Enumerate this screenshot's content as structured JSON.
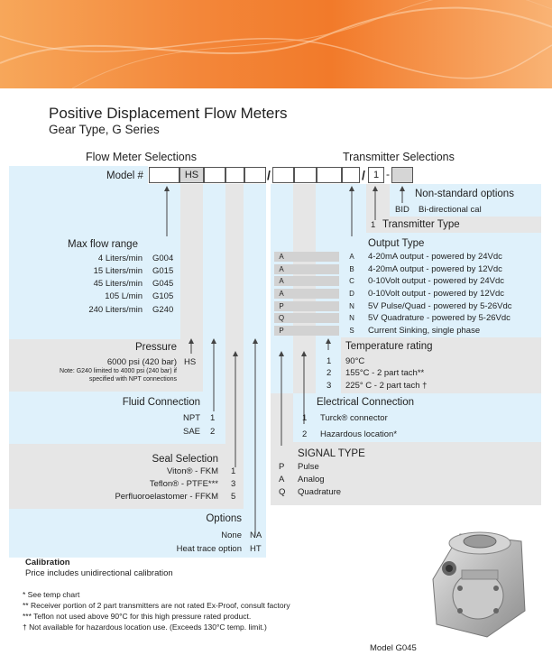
{
  "header": {
    "title": "Positive Displacement Flow Meters",
    "subtitle": "Gear Type, G Series"
  },
  "selections": {
    "flow_meter": "Flow Meter Selections",
    "transmitter": "Transmitter Selections"
  },
  "model": {
    "label": "Model #",
    "hs": "HS",
    "slash": "/",
    "one": "1",
    "dash": "-"
  },
  "non_standard": {
    "title": "Non-standard options",
    "code": "BID",
    "desc": "Bi-directional cal"
  },
  "transmitter_type": {
    "code": "1",
    "label": "Transmitter Type"
  },
  "max_flow": {
    "title": "Max flow range",
    "rows": [
      {
        "range": "4 Liters/min",
        "code": "G004"
      },
      {
        "range": "15 Liters/min",
        "code": "G015"
      },
      {
        "range": "45 Liters/min",
        "code": "G045"
      },
      {
        "range": "105 L/min",
        "code": "G105"
      },
      {
        "range": "240 Liters/min",
        "code": "G240"
      }
    ]
  },
  "output_type": {
    "title": "Output Type",
    "rows": [
      {
        "sig": "A",
        "code": "A",
        "desc": "4-20mA output - powered by 24Vdc"
      },
      {
        "sig": "A",
        "code": "B",
        "desc": "4-20mA output - powered by 12Vdc"
      },
      {
        "sig": "A",
        "code": "C",
        "desc": "0-10Volt output - powered by 24Vdc"
      },
      {
        "sig": "A",
        "code": "D",
        "desc": "0-10Volt output - powered by 12Vdc"
      },
      {
        "sig": "P",
        "code": "N",
        "desc": "5V Pulse/Quad - powered by 5-26Vdc"
      },
      {
        "sig": "Q",
        "code": "N",
        "desc": "5V Quadrature - powered by 5-26Vdc"
      },
      {
        "sig": "P",
        "code": "S",
        "desc": "Current Sinking, single phase"
      }
    ]
  },
  "pressure": {
    "title": "Pressure",
    "value": "6000 psi (420 bar)",
    "code": "HS",
    "note1": "Note: G240 limited to 4000 psi (240 bar) if",
    "note2": "specified with NPT connections"
  },
  "temperature": {
    "title": "Temperature rating",
    "rows": [
      {
        "code": "1",
        "desc": "90°C"
      },
      {
        "code": "2",
        "desc": "155°C - 2 part tach**"
      },
      {
        "code": "3",
        "desc": "225° C - 2 part tach †"
      }
    ]
  },
  "fluid": {
    "title": "Fluid Connection",
    "rows": [
      {
        "label": "NPT",
        "code": "1"
      },
      {
        "label": "SAE",
        "code": "2"
      }
    ]
  },
  "electrical": {
    "title": "Electrical Connection",
    "rows": [
      {
        "code": "1",
        "desc": "Turck® connector"
      },
      {
        "code": "2",
        "desc": "Hazardous location*"
      }
    ]
  },
  "seal": {
    "title": "Seal Selection",
    "rows": [
      {
        "label": "Viton® - FKM",
        "code": "1"
      },
      {
        "label": "Teflon® - PTFE***",
        "code": "3"
      },
      {
        "label": "Perfluoroelastomer - FFKM",
        "code": "5"
      }
    ]
  },
  "signal": {
    "title": "SIGNAL TYPE",
    "rows": [
      {
        "code": "P",
        "desc": "Pulse"
      },
      {
        "code": "A",
        "desc": "Analog"
      },
      {
        "code": "Q",
        "desc": "Quadrature"
      }
    ]
  },
  "options": {
    "title": "Options",
    "rows": [
      {
        "label": "None",
        "code": "NA"
      },
      {
        "label": "Heat trace option",
        "code": "HT"
      }
    ]
  },
  "calibration": {
    "title": "Calibration",
    "desc": "Price includes unidirectional calibration"
  },
  "footnotes": [
    "* See temp chart",
    "** Receiver portion of 2 part transmitters are not rated Ex-Proof, consult factory",
    "*** Teflon not used above 90°C for this high pressure rated product.",
    "† Not available for hazardous location use. (Exceeds 130°C temp. limit.)"
  ],
  "product": {
    "caption": "Model G045"
  }
}
